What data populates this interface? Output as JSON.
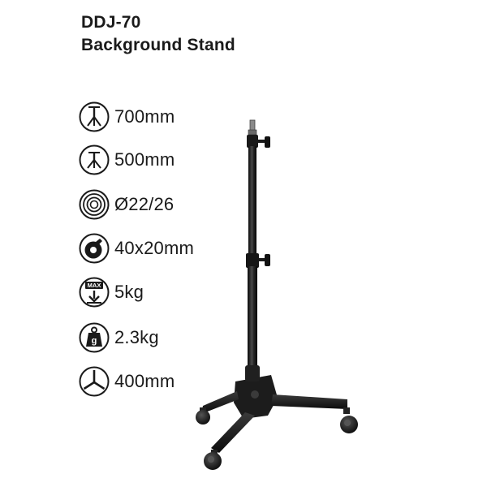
{
  "product": {
    "model": "DDJ-70",
    "name": "Background Stand"
  },
  "specs": [
    {
      "icon": "max-height-tripod-icon",
      "value": "700mm"
    },
    {
      "icon": "min-height-tripod-icon",
      "value": "500mm"
    },
    {
      "icon": "tube-diameter-rings-icon",
      "value": "Ø22/26"
    },
    {
      "icon": "wheel-icon",
      "value": "40x20mm"
    },
    {
      "icon": "max-load-icon",
      "value": "5kg"
    },
    {
      "icon": "weight-icon",
      "value": "2.3kg"
    },
    {
      "icon": "footprint-icon",
      "value": "400mm"
    }
  ],
  "icon_labels": {
    "max_load": "MAX",
    "weight": "g"
  }
}
